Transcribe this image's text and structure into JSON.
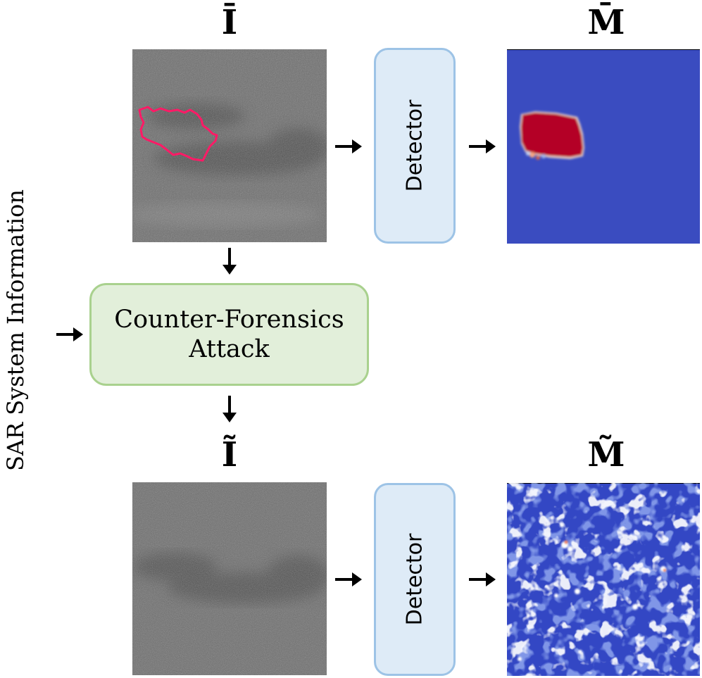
{
  "side_label": "SAR System Information",
  "top_row": {
    "image_symbol": "Ī",
    "detector_label": "Detector",
    "map_symbol": "M̄"
  },
  "attack": {
    "line1": "Counter-Forensics",
    "line2": "Attack"
  },
  "bottom_row": {
    "image_symbol": "Ĩ",
    "detector_label": "Detector",
    "map_symbol": "M̃"
  },
  "colors": {
    "detector_fill": "#deebf7",
    "detector_border": "#9dc3e6",
    "attack_fill": "#e2efda",
    "attack_border": "#a9d18e",
    "heatmap_background": "#3a4cc0",
    "heatmap_detection": "#b40426",
    "tamper_outline": "#ff1a66"
  }
}
